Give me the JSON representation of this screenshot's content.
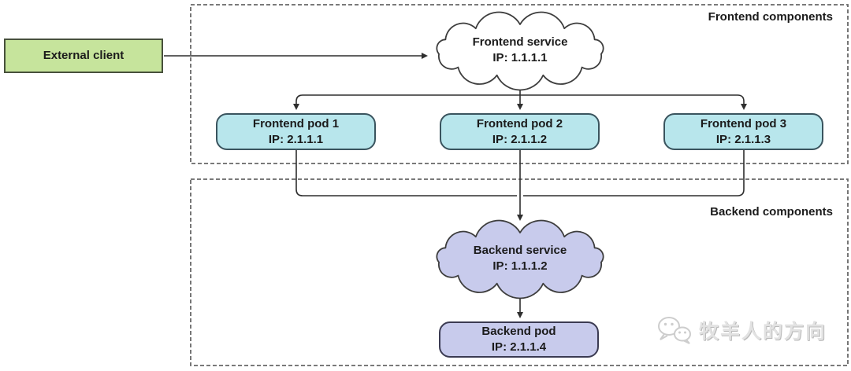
{
  "diagram": {
    "external_client": {
      "label": "External client"
    },
    "frontend_zone": {
      "label": "Frontend components",
      "service": {
        "name": "Frontend service",
        "ip": "IP: 1.1.1.1"
      },
      "pods": [
        {
          "name": "Frontend pod 1",
          "ip": "IP: 2.1.1.1"
        },
        {
          "name": "Frontend pod 2",
          "ip": "IP: 2.1.1.2"
        },
        {
          "name": "Frontend pod 3",
          "ip": "IP: 2.1.1.3"
        }
      ]
    },
    "backend_zone": {
      "label": "Backend components",
      "service": {
        "name": "Backend service",
        "ip": "IP: 1.1.1.2"
      },
      "pod": {
        "name": "Backend pod",
        "ip": "IP: 2.1.1.4"
      }
    },
    "watermark": {
      "text": "牧羊人的方向",
      "icon": "wechat-icon"
    }
  },
  "colors": {
    "client-fill": "#c6e49c",
    "client-border": "#47503c",
    "pod-fill": "#b8e6ec",
    "pod-border": "#3a545e",
    "backend-fill": "#c8cbec",
    "backend-border": "#3b3b52",
    "cloud-frontend-fill": "#ffffff",
    "cloud-border": "#3d3d3d",
    "line": "#2e2e2e",
    "zone-border": "#686868",
    "text": "#1b1b1b",
    "watermark": "#e2e2e2"
  }
}
